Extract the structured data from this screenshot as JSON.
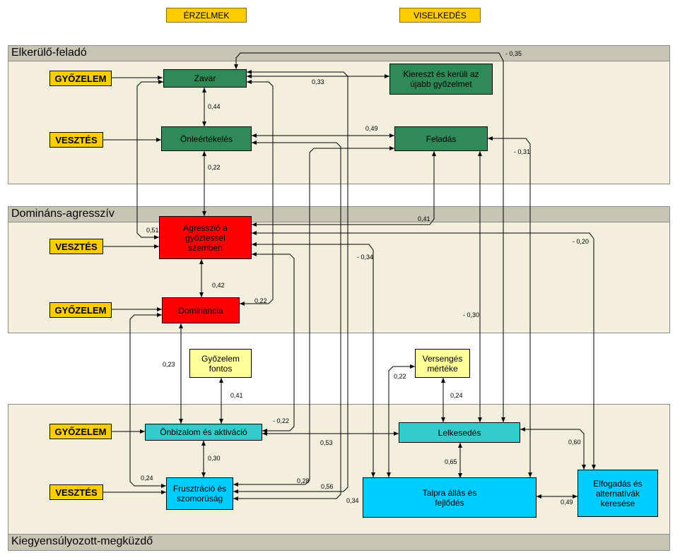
{
  "headers": {
    "emotions": "ÉRZELMEK",
    "behavior": "VISELKEDÉS"
  },
  "sections": {
    "top": "Elkerülő-feladó",
    "middle": "Domináns-agresszív",
    "bottom": "Kiegyensúlyozott-megküzdő"
  },
  "inputs": {
    "top_win": "GYŐZELEM",
    "top_loss": "VESZTÉS",
    "mid_loss": "VESZTÉS",
    "mid_win": "GYŐZELEM",
    "bot_win": "GYŐZELEM",
    "bot_loss": "VESZTÉS"
  },
  "nodes": {
    "zavar": "Zavar",
    "onleertekeles": "Önleértékelés",
    "kereszt": "Kiereszt és kerüli az újabb győzelmet",
    "feladas": "Feladás",
    "agresszio": "Agresszió a győztessel szemben",
    "dominancia": "Dominancia",
    "gyozelem_fontos": "Győzelem fontos",
    "versenges": "Versengés mértéke",
    "onbizalom": "Önbizalom és aktiváció",
    "lelkesedes": "Lelkesedés",
    "frusztracio": "Frusztráció és szomorúság",
    "talpra": "Talpra állás és fejlődés",
    "elfogadas": "Elfogadás és alternatívák keresése"
  },
  "weights": {
    "w_035": "- 0,35",
    "w_033": "0,33",
    "w_044": "0,44",
    "w_049a": "0,49",
    "w_031": "- 0,31",
    "w_022a": "0,22",
    "w_041a": "0,41",
    "w_051": "0,51",
    "w_020": "- 0,20",
    "w_034a": "- 0,34",
    "w_042": "0,42",
    "w_022b": "0,22",
    "w_030a": "- 0,30",
    "w_023": "0,23",
    "w_022c": "0,22",
    "w_041b": "0,41",
    "w_024a": "0,24",
    "w_022d": "- 0,22",
    "w_053": "0,53",
    "w_060": "0,60",
    "w_030b": "0,30",
    "w_065": "0,65",
    "w_024b": "0,24",
    "w_028": "0,28",
    "w_056": "0,56",
    "w_034b": "0,34",
    "w_049b": "0,49"
  }
}
